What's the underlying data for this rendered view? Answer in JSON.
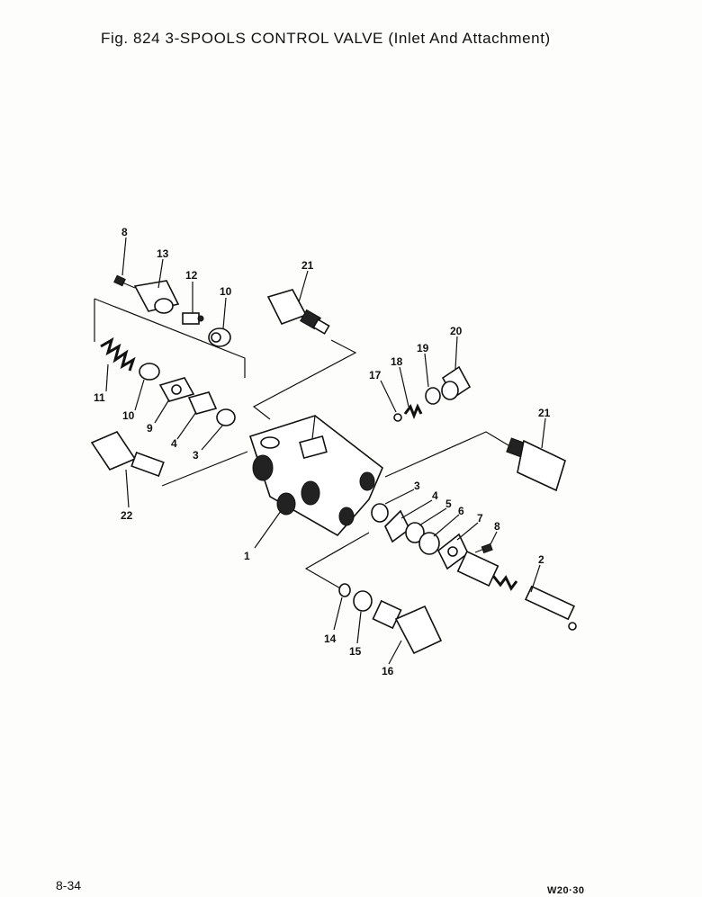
{
  "header": {
    "title": "Fig. 824  3-SPOOLS CONTROL VALVE (Inlet And Attachment)"
  },
  "footer": {
    "page_number": "8-34",
    "model": "W20·30"
  },
  "callouts": [
    "8",
    "13",
    "12",
    "10",
    "21",
    "11",
    "10",
    "9",
    "4",
    "3",
    "22",
    "20",
    "19",
    "18",
    "17",
    "21",
    "1",
    "3",
    "4",
    "5",
    "6",
    "7",
    "8",
    "2",
    "14",
    "15",
    "16"
  ]
}
